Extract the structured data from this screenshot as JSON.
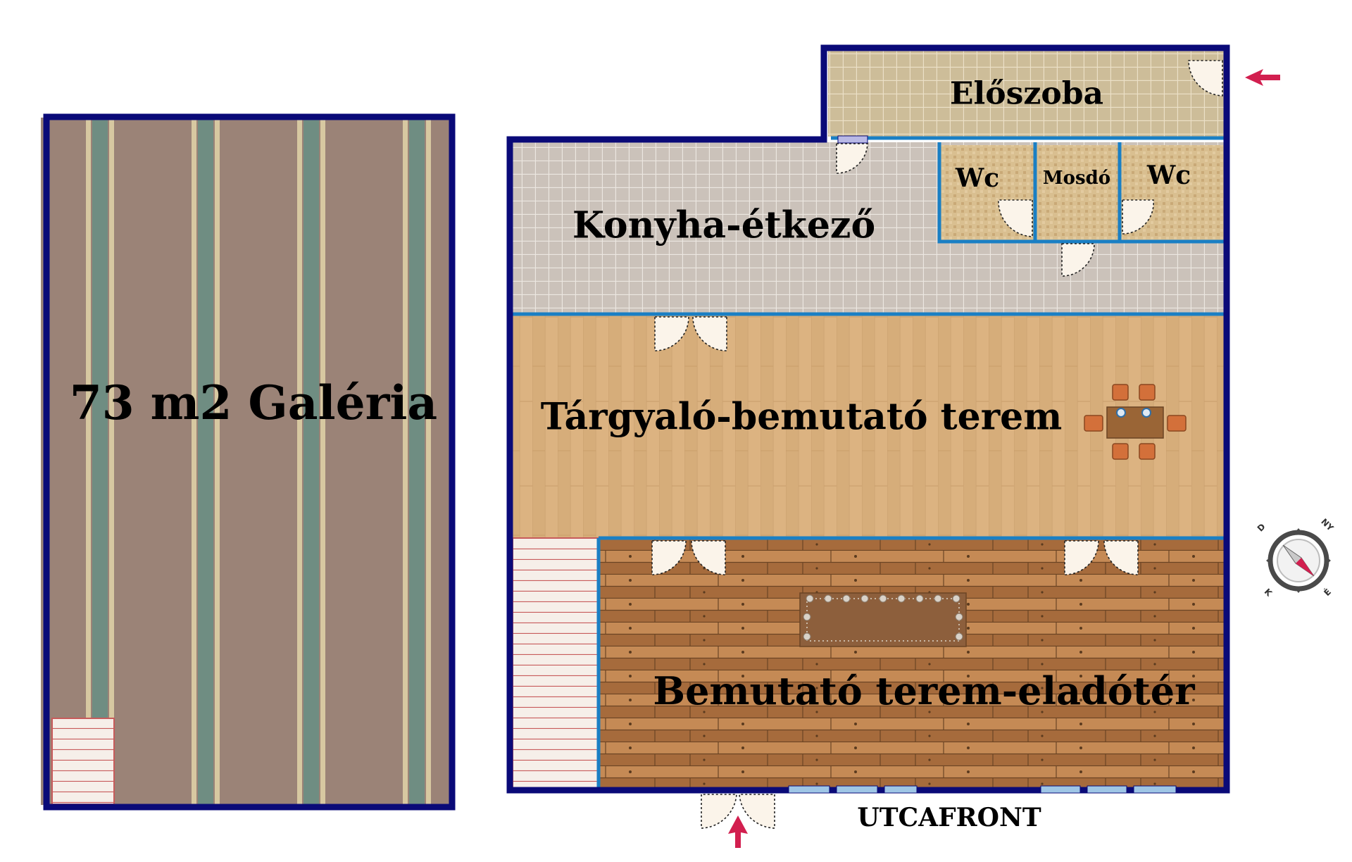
{
  "rooms": {
    "galeria": "73 m2 Galéria",
    "eloszoba": "Előszoba",
    "konyha": "Konyha-étkező",
    "wc1": "Wc",
    "mosdo": "Mosdó",
    "wc2": "Wc",
    "targyalo": "Tárgyaló-bemutató terem",
    "bemutato": "Bemutató terem-eladótér"
  },
  "street_label": "UTCAFRONT",
  "compass": {
    "letters": [
      "É",
      "K",
      "D",
      "NY"
    ]
  },
  "colors": {
    "outer_wall": "#0a0a78",
    "inner_wall": "#1a7fc4",
    "entrance_arrow": "#d21f4f"
  }
}
